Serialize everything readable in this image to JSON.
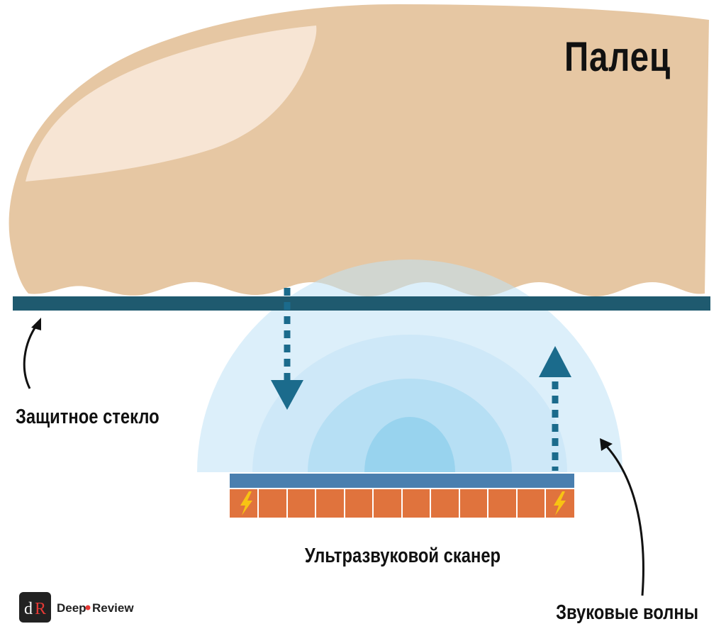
{
  "labels": {
    "finger": "Палец",
    "glass": "Защитное стекло",
    "scanner": "Ультразвуковой сканер",
    "waves": "Звуковые волны"
  },
  "logo": {
    "mark_left": "d",
    "mark_right": "R",
    "name_left": "Deep",
    "name_right": "Review"
  },
  "icons": {
    "sensor_left": "lightning-bolt-icon",
    "sensor_right": "lightning-bolt-icon"
  },
  "colors": {
    "finger": "#E6C7A3",
    "finger_highlight": "#F7E5D4",
    "glass": "#1F5A6F",
    "arrow": "#1B6B8C",
    "wave_light": "#D4ECF8",
    "wave_dark": "#9CD4EF",
    "scanner_plate": "#4A7FAF",
    "sensor_cells": "#E0733D",
    "bolt": "#F8C313"
  }
}
